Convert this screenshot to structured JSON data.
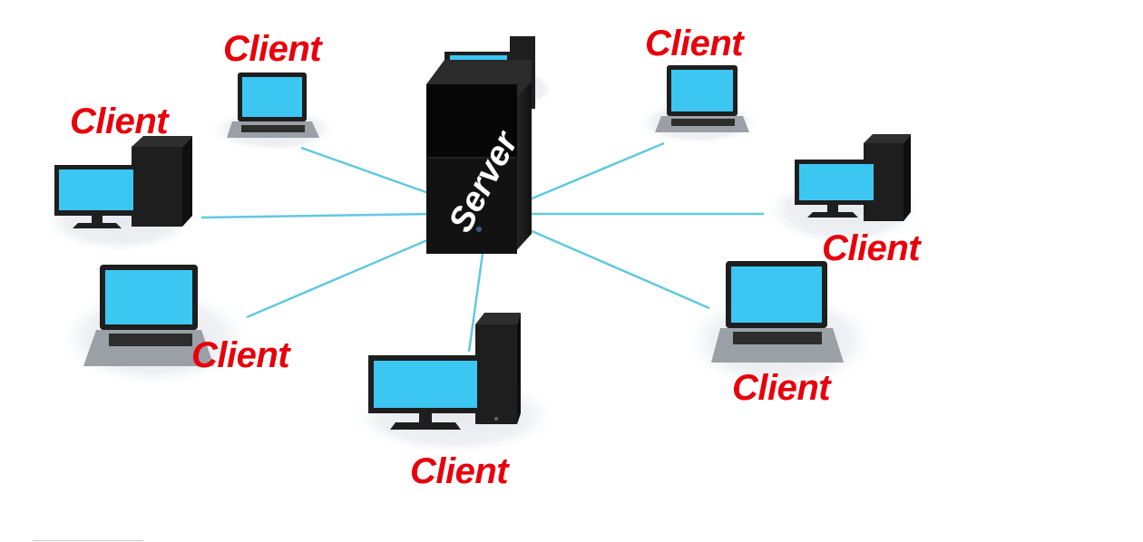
{
  "diagram": {
    "server_label": "Server",
    "client_label": "Client",
    "colors": {
      "label": "#e8000b",
      "screen": "#3cc6f2",
      "link": "#62c8e0",
      "device_body": "#1e1e1e",
      "platform": "#eef0f3"
    },
    "nodes": [
      {
        "name": "server",
        "type": "server-tower",
        "label": "Server"
      },
      {
        "name": "client-top-left",
        "type": "laptop",
        "label": "Client"
      },
      {
        "name": "client-top-right",
        "type": "laptop",
        "label": "Client"
      },
      {
        "name": "client-left",
        "type": "desktop",
        "label": "Client"
      },
      {
        "name": "client-right",
        "type": "desktop",
        "label": "Client"
      },
      {
        "name": "client-bottom-left",
        "type": "laptop",
        "label": "Client"
      },
      {
        "name": "client-bottom",
        "type": "desktop",
        "label": "Client"
      },
      {
        "name": "client-bottom-right",
        "type": "laptop",
        "label": "Client"
      },
      {
        "name": "client-back",
        "type": "desktop",
        "label": ""
      }
    ]
  }
}
